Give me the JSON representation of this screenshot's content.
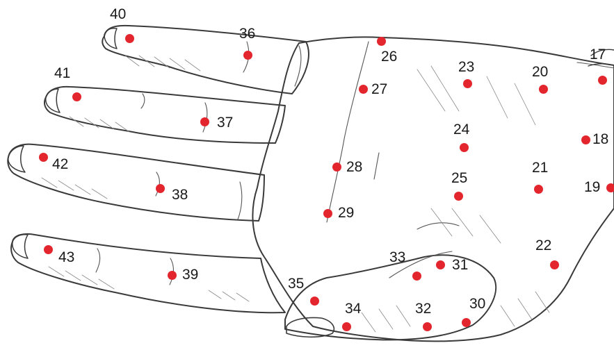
{
  "colors": {
    "point": "#e3262d",
    "ink": "#3a3a3a",
    "shade": "#d4d4d4",
    "skin": "#f4f4f4"
  },
  "points": [
    {
      "id": "17",
      "label": "17"
    },
    {
      "id": "18",
      "label": "18"
    },
    {
      "id": "19",
      "label": "19"
    },
    {
      "id": "20",
      "label": "20"
    },
    {
      "id": "21",
      "label": "21"
    },
    {
      "id": "22",
      "label": "22"
    },
    {
      "id": "23",
      "label": "23"
    },
    {
      "id": "24",
      "label": "24"
    },
    {
      "id": "25",
      "label": "25"
    },
    {
      "id": "26",
      "label": "26"
    },
    {
      "id": "27",
      "label": "27"
    },
    {
      "id": "28",
      "label": "28"
    },
    {
      "id": "29",
      "label": "29"
    },
    {
      "id": "30",
      "label": "30"
    },
    {
      "id": "31",
      "label": "31"
    },
    {
      "id": "32",
      "label": "32"
    },
    {
      "id": "33",
      "label": "33"
    },
    {
      "id": "34",
      "label": "34"
    },
    {
      "id": "35",
      "label": "35"
    },
    {
      "id": "36",
      "label": "36"
    },
    {
      "id": "37",
      "label": "37"
    },
    {
      "id": "38",
      "label": "38"
    },
    {
      "id": "39",
      "label": "39"
    },
    {
      "id": "40",
      "label": "40"
    },
    {
      "id": "41",
      "label": "41"
    },
    {
      "id": "42",
      "label": "42"
    },
    {
      "id": "43",
      "label": "43"
    }
  ]
}
